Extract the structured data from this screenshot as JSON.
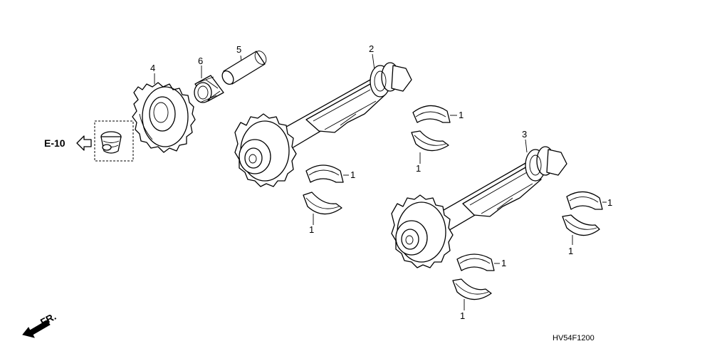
{
  "callouts": {
    "c1": "1",
    "c2": "1",
    "c3": "1",
    "c4": "1",
    "c5": "1",
    "c6": "1",
    "c7": "1",
    "c8": "1",
    "c_shaft_a": "2",
    "c_shaft_b": "3",
    "c_gear": "4",
    "c_pin": "5",
    "c_bearing": "6"
  },
  "reference": {
    "label": "E-10"
  },
  "front_marker": {
    "label": "FR."
  },
  "diagram_code": "HV54F1200"
}
